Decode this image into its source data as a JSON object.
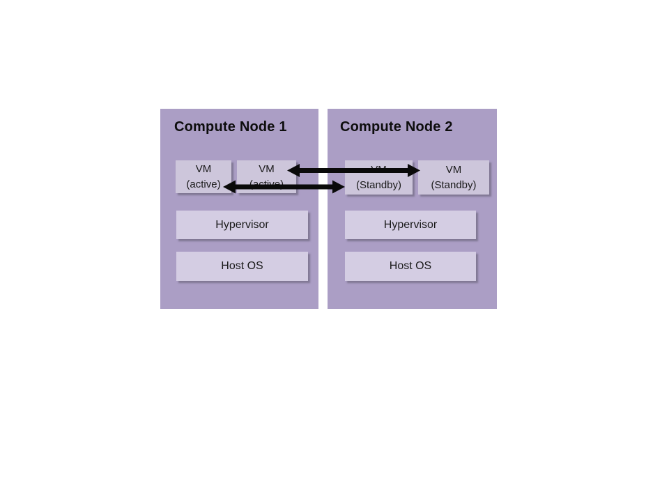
{
  "diagram": {
    "nodes": [
      {
        "title": "Compute Node 1",
        "vms": [
          {
            "line1": "VM",
            "line2": "(active)"
          },
          {
            "line1": "VM",
            "line2": "(active)"
          }
        ],
        "hypervisor_label": "Hypervisor",
        "host_os_label": "Host OS"
      },
      {
        "title": "Compute Node 2",
        "vms": [
          {
            "line1": "VM",
            "line2": "(Standby)"
          },
          {
            "line1": "VM",
            "line2": "(Standby)"
          }
        ],
        "hypervisor_label": "Hypervisor",
        "host_os_label": "Host OS"
      }
    ],
    "links": [
      {
        "from": "node1-vm2-active",
        "to": "node2-vm2-standby",
        "direction": "bidirectional"
      },
      {
        "from": "node1-vm1-active",
        "to": "node2-vm1-standby",
        "direction": "bidirectional"
      }
    ],
    "colors": {
      "page_bg": "#ffffff",
      "node_bg": "#ab9ec5",
      "box_bg": "#d4cde3",
      "vm_bg": "#cdc6db",
      "arrow": "#0a0a0a",
      "title_text": "#0d0d0d",
      "text": "#1a1a1a"
    }
  }
}
